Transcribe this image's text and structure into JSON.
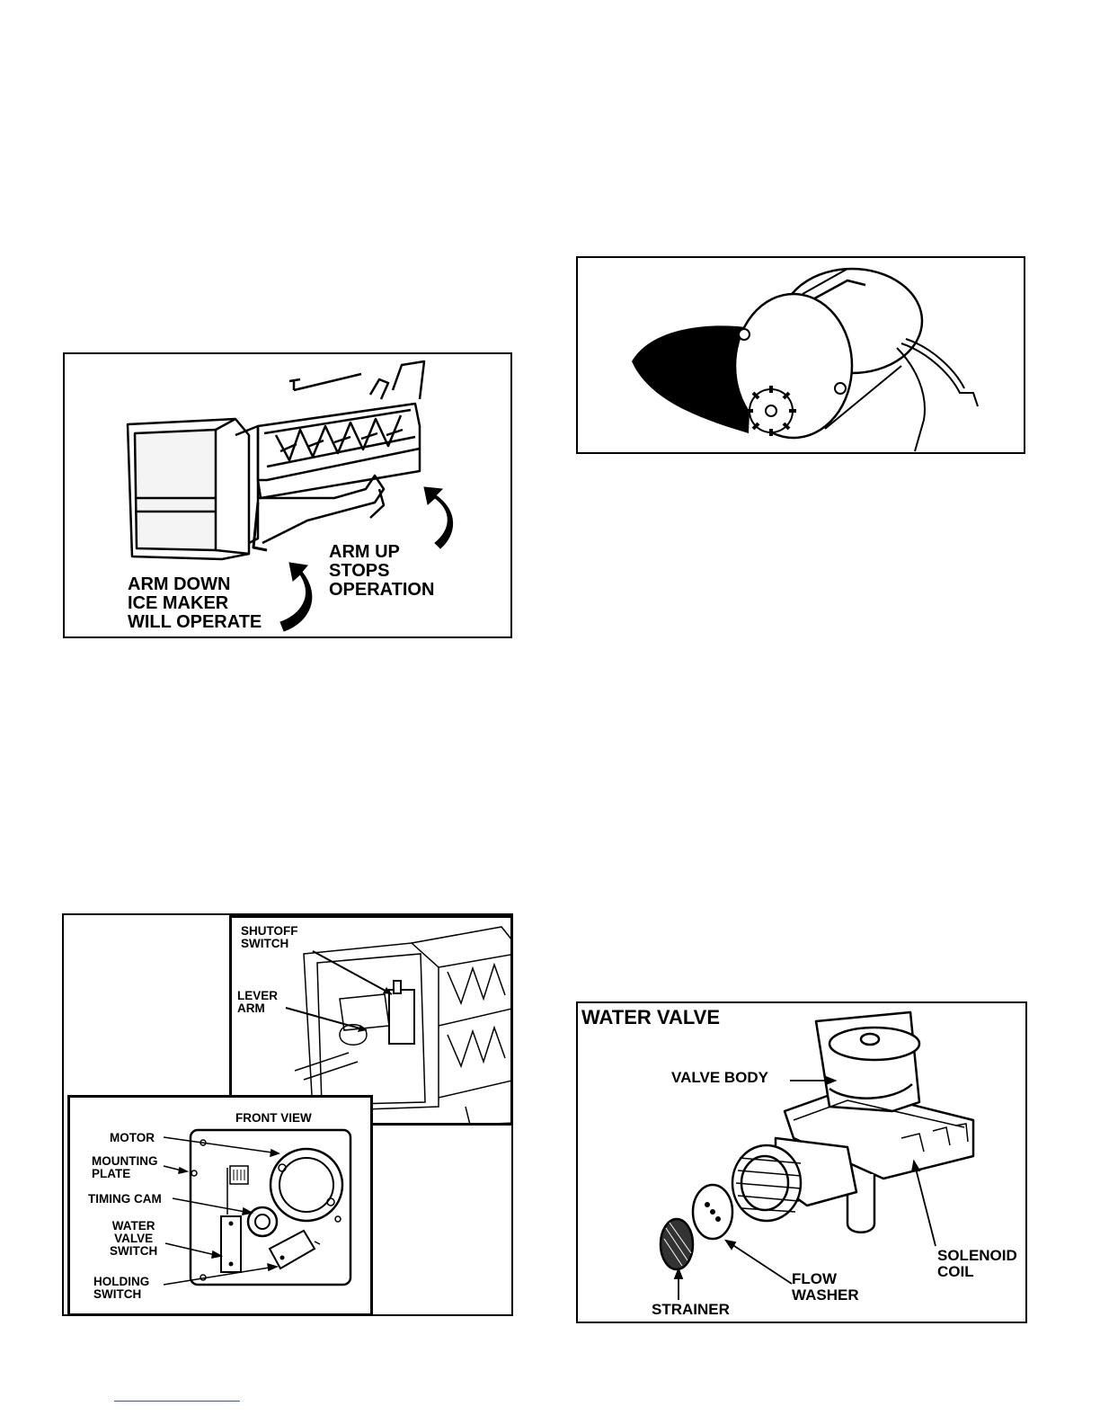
{
  "figure_arm": {
    "arm_down_label": "ARM DOWN\nICE MAKER\nWILL OPERATE",
    "arm_up_label": "ARM UP\nSTOPS\nOPERATION"
  },
  "figure_switches": {
    "shutoff_switch": "SHUTOFF\nSWITCH",
    "lever_arm": "LEVER\nARM",
    "front_view": "FRONT VIEW",
    "motor": "MOTOR",
    "mounting_plate": "MOUNTING\nPLATE",
    "timing_cam": "TIMING CAM",
    "water_valve_switch": "WATER\nVALVE\nSWITCH",
    "holding_switch": "HOLDING\nSWITCH"
  },
  "figure_water_valve": {
    "title": "WATER VALVE",
    "valve_body": "VALVE  BODY",
    "solenoid_coil": "SOLENOID\nCOIL",
    "flow_washer": "FLOW\nWASHER",
    "strainer": "STRAINER"
  }
}
